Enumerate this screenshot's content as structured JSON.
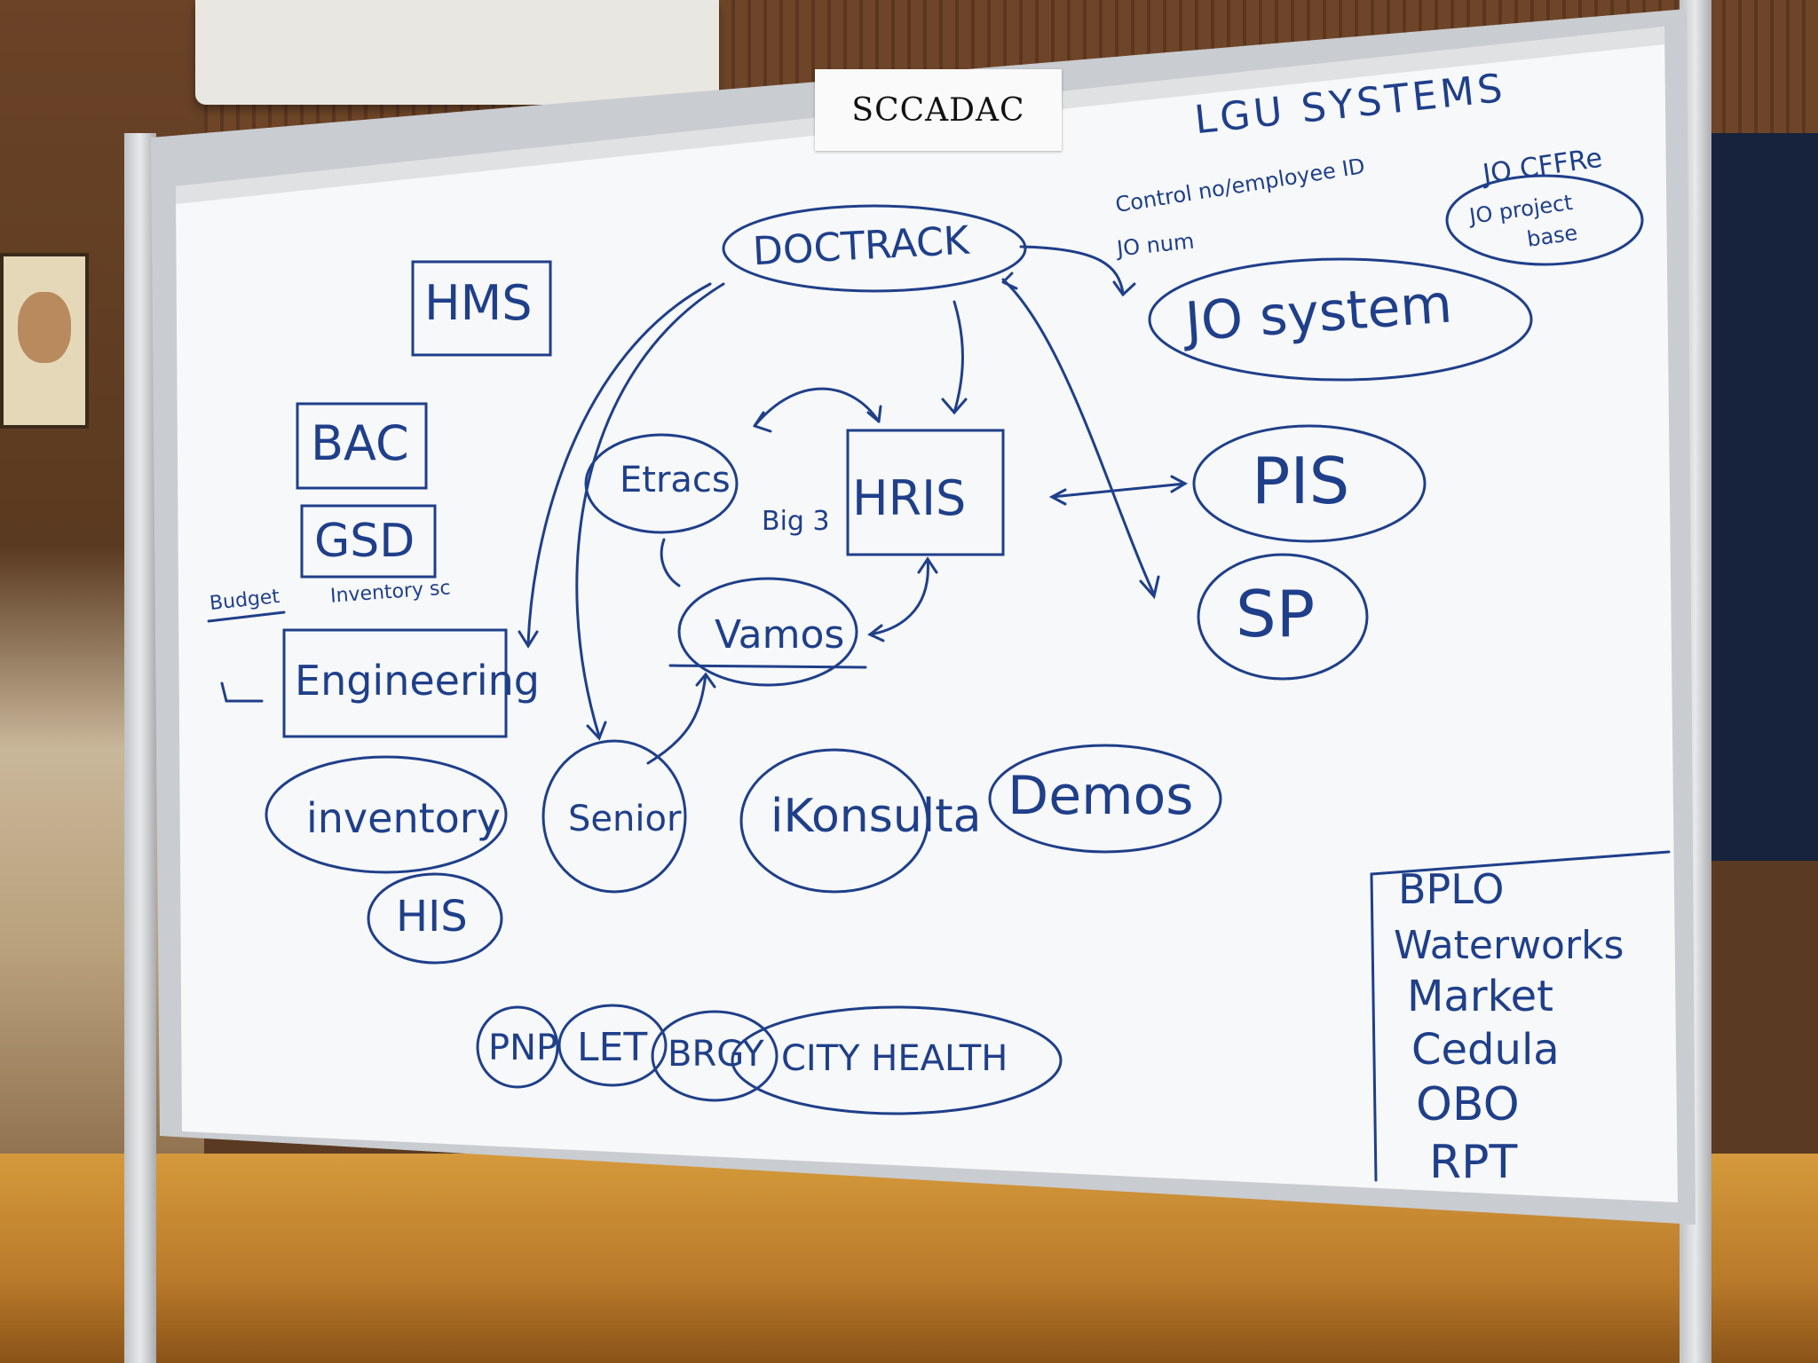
{
  "card_label": "SCCADAC",
  "heading": "LGU SYSTEMS",
  "notes": {
    "control": "Control no/employee ID",
    "jo_num": "JO num",
    "jo_cffre": "JO CFFRe",
    "jo_project": "JO project",
    "jo_base": "base",
    "budget": "Budget",
    "inventory_sc": "Inventory sc",
    "big3": "Big 3"
  },
  "nodes": {
    "doctrack": "DOCTRACK",
    "jo_system": "JO system",
    "hms": "HMS",
    "bac": "BAC",
    "gsd": "GSD",
    "engineering": "Engineering",
    "etracs": "Etracs",
    "hris": "HRIS",
    "pis": "PIS",
    "sp": "SP",
    "vamos": "Vamos",
    "senior": "Senior",
    "ikonsulta": "iKonsulta",
    "demos": "Demos",
    "inventory": "inventory",
    "his": "HIS",
    "pnp": "PNP",
    "let": "LET",
    "brgy": "BRGY",
    "city_health": "CITY HEALTH"
  },
  "list": [
    "BPLO",
    "Waterworks",
    "Market",
    "Cedula",
    "OBO",
    "RPT"
  ],
  "colors": {
    "ink": "#1f3f8a",
    "board": "#f7f8f9",
    "frame": "#c9ccd0"
  }
}
